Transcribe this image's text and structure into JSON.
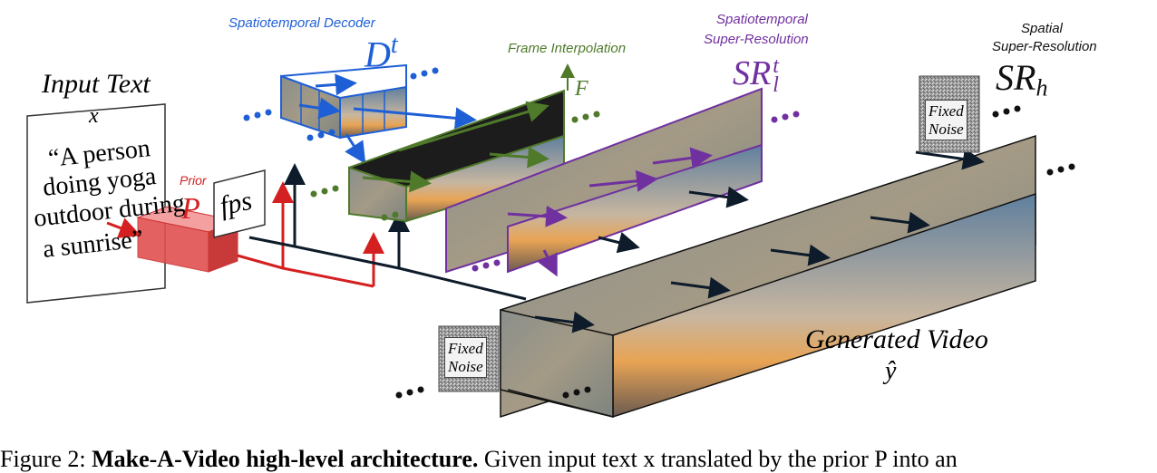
{
  "input": {
    "title": "Input Text",
    "symbol": "x",
    "quote_lines": [
      "“A person",
      "doing yoga",
      "outdoor during",
      "a sunrise”"
    ]
  },
  "prior": {
    "title": "Prior",
    "symbol": "P"
  },
  "fps": {
    "label": "fps"
  },
  "decoder": {
    "title": "Spatiotemporal Decoder",
    "symbol": "D",
    "superscript": "t"
  },
  "interp": {
    "title": "Frame Interpolation",
    "symbol": "F"
  },
  "sr_l": {
    "title_lines": [
      "Spatiotemporal",
      "Super-Resolution"
    ],
    "symbol": "SR",
    "sup": "t",
    "sub": "l"
  },
  "sr_h": {
    "title_lines": [
      "Spatial",
      "Super-Resolution"
    ],
    "symbol": "SR",
    "sub": "h"
  },
  "noise": {
    "lines": [
      "Fixed",
      "Noise"
    ]
  },
  "output": {
    "title": "Generated Video",
    "symbol": "ŷ"
  },
  "caption": {
    "prefix": "Figure 2:",
    "bold": "Make-A-Video high-level architecture.",
    "rest": "Given input text x translated by the prior P into an"
  },
  "colors": {
    "decoder": "#1f5fd6",
    "interp": "#4f7a2a",
    "sr_l": "#7030a0",
    "prior": "#d42020",
    "arrow_dark": "#0d1b2a"
  }
}
